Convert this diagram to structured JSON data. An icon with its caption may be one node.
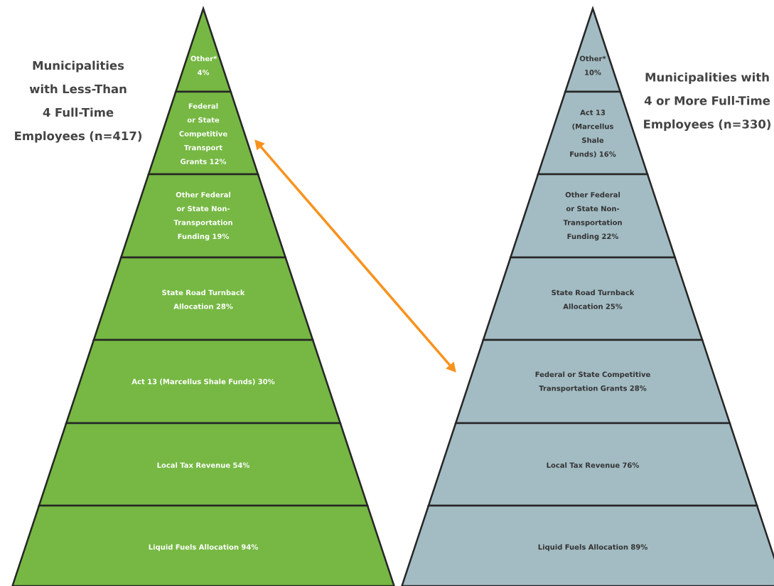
{
  "diagram": {
    "nodes": [
      {
        "text": [
          "Other* 4%"
        ]
      },
      {
        "text": [
          "Federal or State Competitive Transport Grants 12%"
        ]
      },
      {
        "text": [
          "Other Federal or State Non-Transportation Funding 19%"
        ]
      },
      {
        "text": [
          "State Road Turnback Allocation 28%"
        ]
      },
      {
        "text": [
          "Act 13 (Marcellus Shale Funds) 30%"
        ]
      },
      {
        "text": [
          "Local Tax Revenue 54%"
        ]
      },
      {
        "text": [
          "Liquid Fuels Allocation 94%"
        ]
      },
      {
        "text": [
          "Other* 10%"
        ]
      },
      {
        "text": [
          "Act 13 (Marcellus Shale Funds) 16%"
        ]
      },
      {
        "text": [
          "Other Federal or State Non-Transportation Funding 22%"
        ]
      },
      {
        "text": [
          "State Road Turnback Allocation 25%"
        ]
      },
      {
        "text": [
          "Federal or State Competitive Transportation Grants 28%"
        ]
      },
      {
        "text": [
          "Local Tax Revenue 76%"
        ]
      },
      {
        "text": [
          "Liquid Fuels Allocation 89%"
        ]
      }
    ],
    "edges": [
      {
        "from": 1,
        "to": 11,
        "arrow": "both"
      }
    ],
    "labels": [
      "Municipalities with Less-Than 4 Full-Time Employees (n=417)",
      "Municipalities with 4 or More Full-Time Employees (n=330)"
    ]
  }
}
